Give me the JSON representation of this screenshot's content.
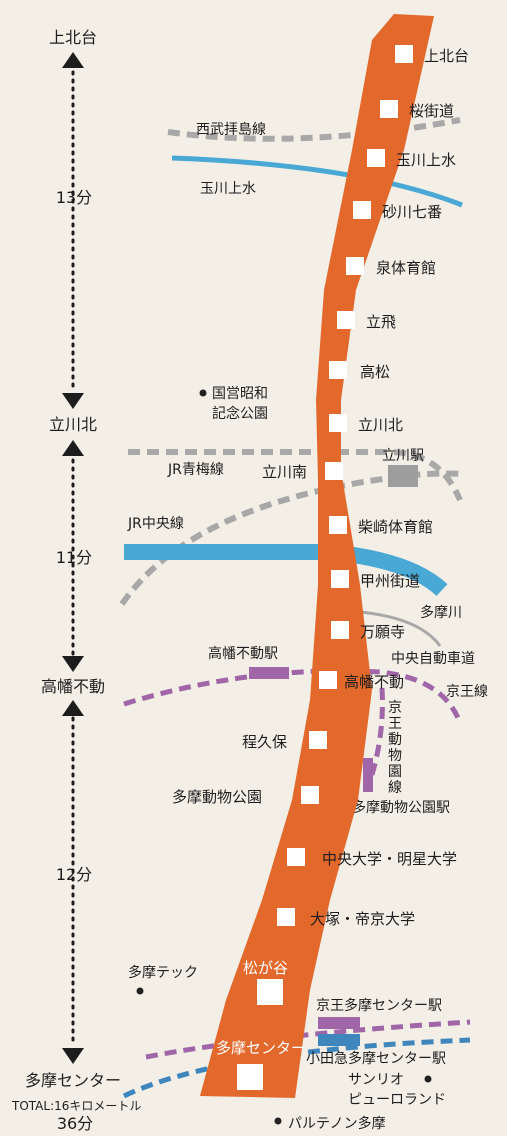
{
  "route": {
    "color": "#e2692b",
    "stations": [
      {
        "name": "上北台"
      },
      {
        "name": "桜街道"
      },
      {
        "name": "玉川上水"
      },
      {
        "name": "砂川七番"
      },
      {
        "name": "泉体育館"
      },
      {
        "name": "立飛"
      },
      {
        "name": "高松"
      },
      {
        "name": "立川北"
      },
      {
        "name": "立川南"
      },
      {
        "name": "柴崎体育館"
      },
      {
        "name": "甲州街道"
      },
      {
        "name": "万願寺"
      },
      {
        "name": "高幡不動"
      },
      {
        "name": "程久保"
      },
      {
        "name": "多摩動物公園"
      },
      {
        "name": "中央大学・明星大学"
      },
      {
        "name": "大塚・帝京大学"
      },
      {
        "name": "松が谷"
      },
      {
        "name": "多摩センター"
      }
    ]
  },
  "timeline": {
    "stops": [
      "上北台",
      "立川北",
      "高幡不動",
      "多摩センター"
    ],
    "segments": [
      "13分",
      "11分",
      "12分"
    ],
    "total": "TOTAL:16キロメートル",
    "total_time": "36分"
  },
  "features": {
    "seibu_line": "西武拝島線",
    "tamagawa_josui": "玉川上水",
    "showa_park": "国営昭和",
    "showa_park2": "記念公園",
    "ome_line": "JR青梅線",
    "tachikawa_sta": "立川駅",
    "chuo_line": "JR中央線",
    "tama_river": "多摩川",
    "chuo_expressway": "中央自動車道",
    "takahata_sta": "高幡不動駅",
    "keio_line": "京王線",
    "keio_zoo_line": "京王動物園線",
    "zoo_sta": "多摩動物公園駅",
    "tama_tech": "多摩テック",
    "keio_tama_center": "京王多摩センター駅",
    "odakyu_tama_center": "小田急多摩センター駅",
    "sanrio": "サンリオ",
    "puroland": "ピューロランド",
    "parthenon": "パルテノン多摩"
  },
  "colors": {
    "monorail": "#e2692b",
    "river": "#4aa8d4",
    "jr": "#9e9e9e",
    "keio": "#a066a8",
    "odakyu": "#3f86bd"
  }
}
